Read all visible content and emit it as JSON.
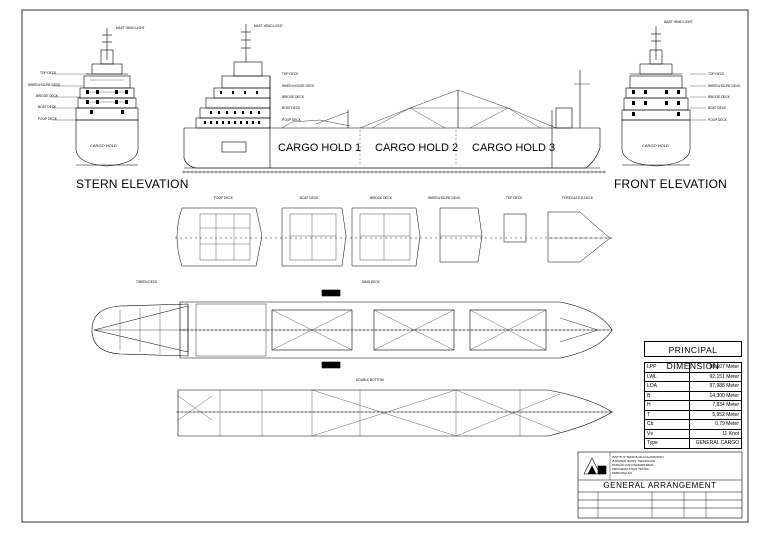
{
  "drawing": {
    "title": "GENERAL ARRANGEMENT",
    "stern_elevation": "STERN ELEVATION",
    "front_elevation": "FRONT ELEVATION",
    "holds": [
      "CARGO HOLD 1",
      "CARGO HOLD 2",
      "CARGO HOLD 3"
    ],
    "stern_hold_label": "CARGO HOLD",
    "front_hold_label": "CARGO HOLD",
    "plan_labels": {
      "poop": "POOP DECK",
      "boat": "BOAT DECK",
      "bridge": "BRIDGE DECK",
      "wheelhouse": "WHEELHOUSE DECK",
      "top": "TOP DECK",
      "forecastle": "FORECASTLE DECK",
      "tween": "TWEEN DECK",
      "main": "MAIN DECK",
      "double_bottom": "DOUBLE BOTTOM"
    },
    "deck_tags_left": [
      "TOP DECK",
      "WHEELHOUSE DECK",
      "BRIDGE DECK",
      "BOAT DECK",
      "POOP DECK"
    ],
    "deck_tags_right": [
      "TOP DECK",
      "WHEELHOUSE DECK",
      "BRIDGE DECK",
      "BOAT DECK",
      "POOP DECK"
    ],
    "mast_light": "MAST HEAD LIGHT"
  },
  "principal_dimension": {
    "title": "PRINCIPAL DIMENSION",
    "rows": [
      {
        "key": "LPP",
        "value": "88,607 Meter"
      },
      {
        "key": "LWL",
        "value": "92,151 Meter"
      },
      {
        "key": "LOA",
        "value": "97,988 Meter"
      },
      {
        "key": "B",
        "value": "14,300 Meter"
      },
      {
        "key": "H",
        "value": "7,834 Meter"
      },
      {
        "key": "T",
        "value": "5,952 Meter"
      },
      {
        "key": "Cb",
        "value": "0,79 Meter"
      },
      {
        "key": "Vs",
        "value": "11 Knot"
      },
      {
        "key": "Type",
        "value": "GENERAL CARGO"
      }
    ]
  },
  "title_block": {
    "institute": [
      "INSTITUT TEKNOLOGI KALIMANTAN",
      "JURUSAN SAINS, TEKNOLOGI",
      "PANGAN DAN KEMARITIMAN",
      "PROGRAM STUDI TEKNIK",
      "PERKAPALAN"
    ]
  }
}
